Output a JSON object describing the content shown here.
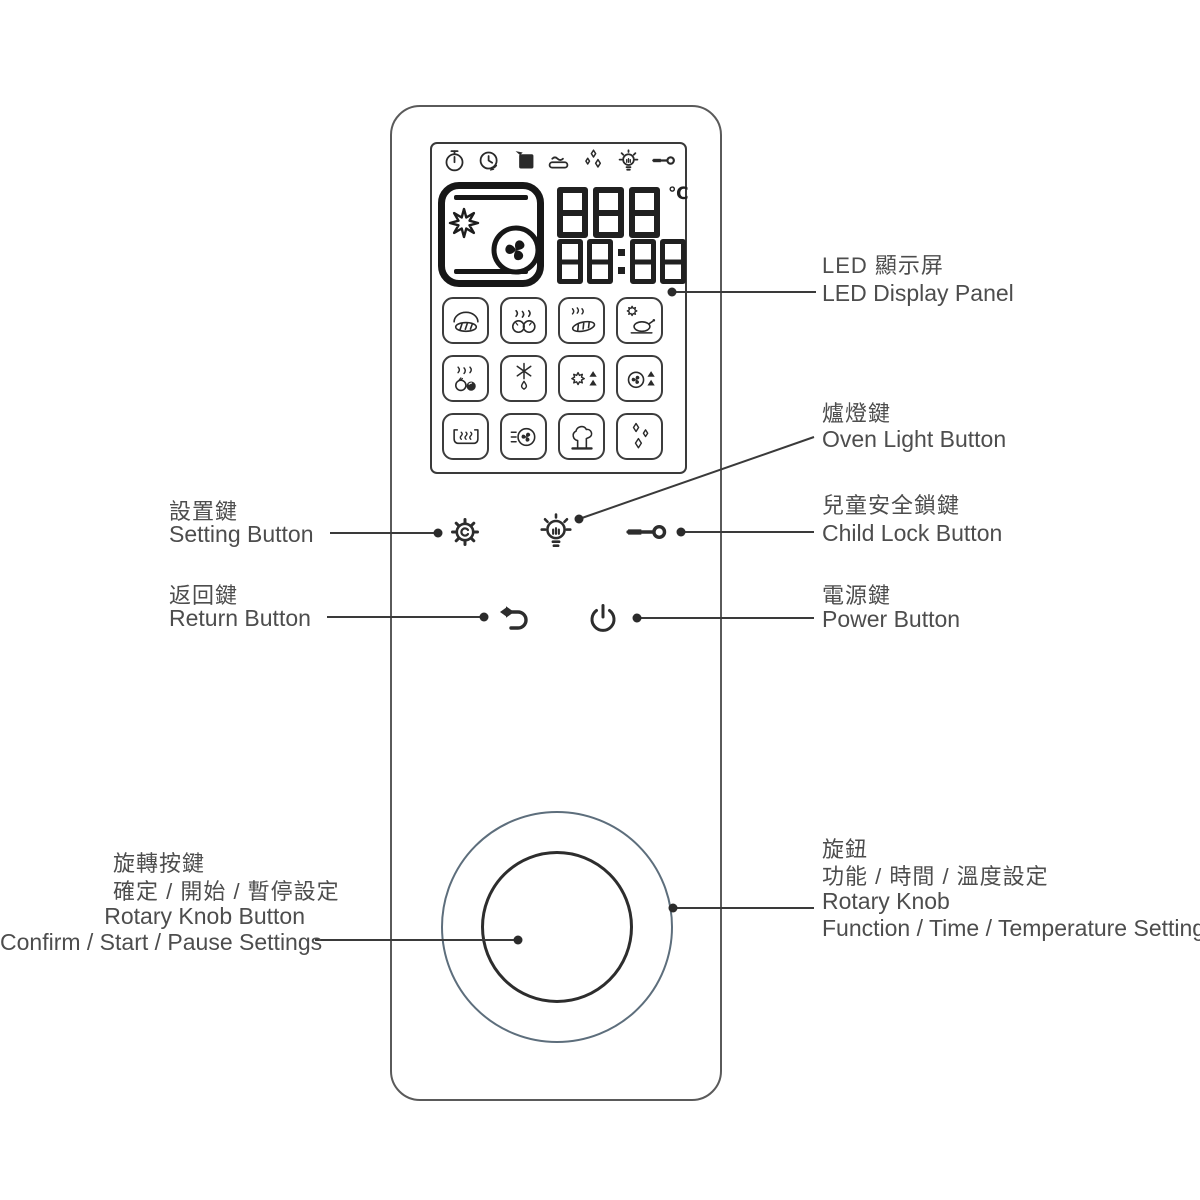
{
  "device": "steam-oven-control-panel",
  "display": {
    "status_icons": [
      {
        "name": "timer-icon"
      },
      {
        "name": "delay-start-icon"
      },
      {
        "name": "recipe-icon"
      },
      {
        "name": "tray-heat-icon"
      },
      {
        "name": "sparkle-icon"
      },
      {
        "name": "oven-light-icon"
      },
      {
        "name": "child-lock-icon"
      }
    ],
    "mode_box": {
      "icons": [
        "burst-icon",
        "fan-icon"
      ]
    },
    "temperature": {
      "value": "888",
      "unit": "℃"
    },
    "time": {
      "value": "88:88"
    },
    "function_icons": [
      {
        "name": "bake-bread-icon"
      },
      {
        "name": "steam-buns-icon"
      },
      {
        "name": "bake-baguette-icon"
      },
      {
        "name": "roast-poultry-icon"
      },
      {
        "name": "steam-vegetables-icon"
      },
      {
        "name": "defrost-icon"
      },
      {
        "name": "combi-steam-plus-icon"
      },
      {
        "name": "convection-steam-plus-icon"
      },
      {
        "name": "water-bath-steam-icon"
      },
      {
        "name": "hot-air-steam-icon"
      },
      {
        "name": "steam-burst-icon"
      },
      {
        "name": "self-clean-icon"
      }
    ]
  },
  "labels": {
    "led": {
      "zh": "LED 顯示屏",
      "en": "LED Display Panel"
    },
    "oven_light": {
      "zh": "爐燈鍵",
      "en": "Oven Light Button"
    },
    "child_lock": {
      "zh": "兒童安全鎖鍵",
      "en": "Child Lock Button"
    },
    "setting": {
      "zh": "設置鍵",
      "en": "Setting Button"
    },
    "return": {
      "zh": "返回鍵",
      "en": "Return Button"
    },
    "power": {
      "zh": "電源鍵",
      "en": "Power Button"
    },
    "rotary_knob": {
      "zh": "旋鈕",
      "zh2": "功能 / 時間 / 溫度設定",
      "en": "Rotary Knob",
      "en2": "Function / Time / Temperature Setting"
    },
    "rotary_button": {
      "zh": "旋轉按鍵",
      "zh2": "確定 / 開始 / 暫停設定",
      "en": "Rotary Knob Button",
      "en2": "Confirm / Start / Pause Settings"
    }
  },
  "colors": {
    "line": "#3a3a3a",
    "label_text": "#4d4d4d",
    "icon": "#2a2a2a",
    "panel_border": "#5a5a5a",
    "knob_outer": "#5d6e7c",
    "knob_inner": "#2d2d2d"
  }
}
